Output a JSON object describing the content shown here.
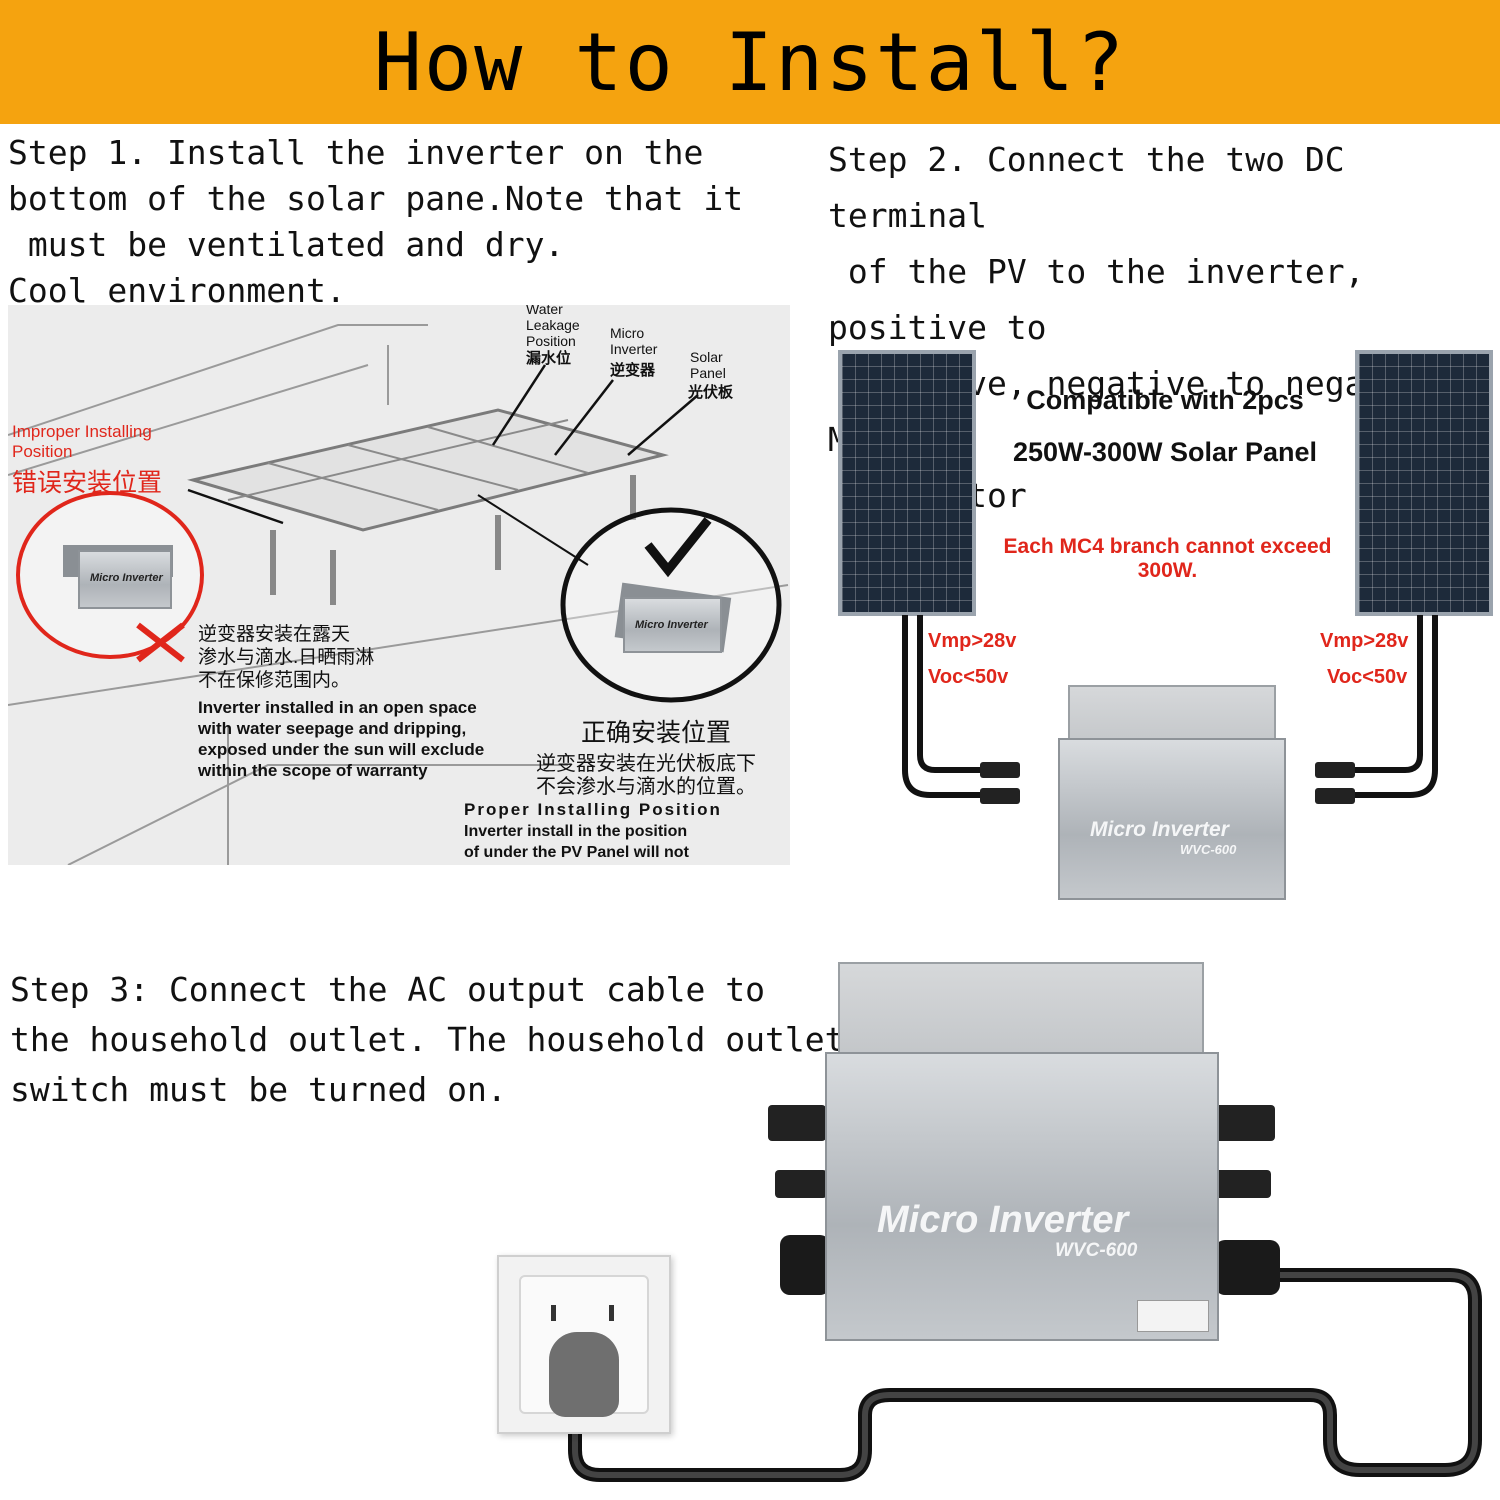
{
  "title": "How to Install?",
  "step1": {
    "text": "Step 1. Install the inverter on the\nbottom of the solar pane.Note that it\n must be ventilated and dry.\nCool environment.",
    "labels": {
      "water_en": "Water\nLeakage\nPosition",
      "water_cn": "漏水位",
      "micro_en": "Micro\nInverter",
      "micro_cn": "逆变器",
      "solar_en": "Solar\nPanel",
      "solar_cn": "光伏板",
      "improper_en": "Improper Installing\nPosition",
      "improper_cn": "错误安装位置",
      "bad_cn": "逆变器安装在露天\n渗水与滴水.日晒雨淋\n不在保修范围内。",
      "bad_en": "Inverter installed in an open space\nwith water seepage and dripping,\nexposed under the sun will exclude\nwithin the scope of warranty",
      "proper_cn_title": "正确安装位置",
      "proper_cn": "逆变器安装在光伏板底下\n不会渗水与滴水的位置。",
      "proper_en_title": "Proper Installing Position",
      "proper_en": "Inverter install in the position\nof under the PV Panel will not\nhave water seepage and dripping",
      "device_small": "Micro Inverter"
    }
  },
  "step2": {
    "text": "Step 2. Connect the two DC terminal\n of the PV to the inverter, positive to\n positive, negative to negative MC4\n Connector",
    "compat_line1": "Compatible with 2pcs",
    "compat_line2": "250W-300W Solar Panel",
    "branch_note": "Each MC4 branch cannot exceed 300W.",
    "left_vmp": "Vmp>28v",
    "left_voc": "Voc<50v",
    "right_vmp": "Vmp>28v",
    "right_voc": "Voc<50v",
    "device_name": "Micro Inverter",
    "device_model": "WVC-600"
  },
  "step3": {
    "text": "Step 3: Connect the AC output cable to\nthe household outlet. The household outlet\nswitch must be turned on.",
    "device_name": "Micro Inverter",
    "device_model": "WVC-600"
  },
  "colors": {
    "banner": "#f5a30f",
    "warning_red": "#e0261b"
  }
}
